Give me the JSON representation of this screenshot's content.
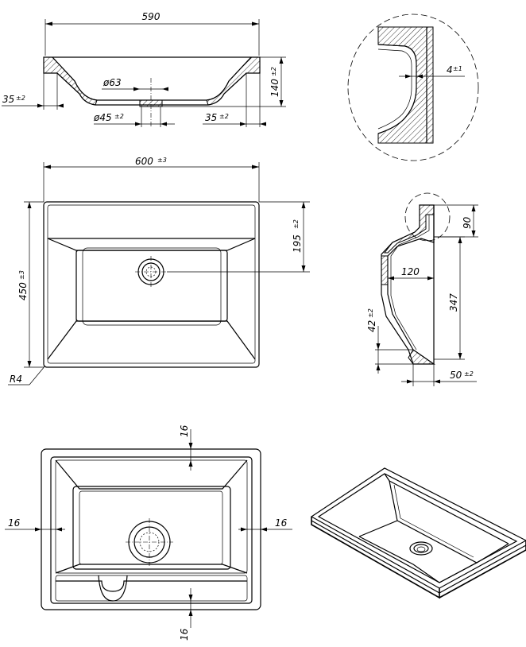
{
  "views": {
    "section_top": {
      "overall_width": "590",
      "drain_diameter": "ø63",
      "outlet_diameter": "ø45",
      "outlet_diameter_tol": "±2",
      "left_offset": "35",
      "left_offset_tol": "±2",
      "right_offset": "35",
      "right_offset_tol": "±2",
      "height": "140",
      "height_tol": "±2"
    },
    "detail_circle": {
      "wall_thickness": "4",
      "wall_thickness_tol": "±1"
    },
    "plan_view": {
      "width": "600",
      "width_tol": "±3",
      "depth": "450",
      "depth_tol": "±3",
      "drain_offset": "195",
      "drain_offset_tol": "±2",
      "corner_radius": "R4"
    },
    "side_section": {
      "rim_height": "90",
      "drain_depth": "120",
      "total_depth": "347",
      "lower_height": "42",
      "lower_height_tol": "±2",
      "base_offset": "50",
      "base_offset_tol": "±2"
    },
    "bottom_view": {
      "top_wall": "16",
      "left_wall": "16",
      "right_wall": "16",
      "bottom_wall": "16"
    }
  }
}
